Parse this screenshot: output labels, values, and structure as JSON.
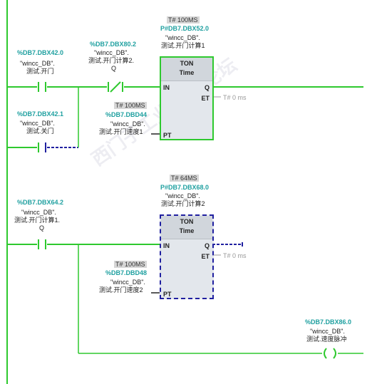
{
  "network1": {
    "contact_open": {
      "address": "%DB7.DBX42.0",
      "line1": "\"wincc_DB\".",
      "line2": "测试.开门"
    },
    "contact_close": {
      "address": "%DB7.DBX42.1",
      "line1": "\"wincc_DB\".",
      "line2": "测试.关门"
    },
    "contact_neg": {
      "address": "%DB7.DBX80.2",
      "line1": "\"wincc_DB\".",
      "line2": "测试.开门计算2.",
      "line3": "Q"
    },
    "timer": {
      "instance_addr": "P#DB7.DBX52.0",
      "instance_line1": "\"wincc_DB\".",
      "instance_line2": "测试.开门计算1",
      "type": "TON",
      "subtype": "Time",
      "in": "IN",
      "q": "Q",
      "et": "ET",
      "pt": "PT",
      "et_value": "T# 0 ms",
      "top_const": "T# 100MS",
      "pt_const": "T# 100MS",
      "pt_addr": "%DB7.DBD44",
      "pt_line1": "\"wincc_DB\".",
      "pt_line2": "测试.开门速度1"
    }
  },
  "network2": {
    "contact": {
      "address": "%DB7.DBX64.2",
      "line1": "\"wincc_DB\".",
      "line2": "测试.开门计算1.",
      "line3": "Q"
    },
    "timer": {
      "instance_addr": "P#DB7.DBX68.0",
      "instance_line1": "\"wincc_DB\".",
      "instance_line2": "测试.开门计算2",
      "type": "TON",
      "subtype": "Time",
      "in": "IN",
      "q": "Q",
      "et": "ET",
      "pt": "PT",
      "et_value": "T# 0 ms",
      "top_const": "T# 64MS",
      "pt_const": "T# 100MS",
      "pt_addr": "%DB7.DBD48",
      "pt_line1": "\"wincc_DB\".",
      "pt_line2": "测试.开门速度2"
    },
    "coil": {
      "address": "%DB7.DBX86.0",
      "line1": "\"wincc_DB\".",
      "line2": "测试.速度脉冲"
    }
  },
  "watermark": "西门子工业 技术论坛",
  "colors": {
    "powered": "#2ec92e",
    "unpowered": "#2020a0",
    "address": "#1fa0a0"
  }
}
